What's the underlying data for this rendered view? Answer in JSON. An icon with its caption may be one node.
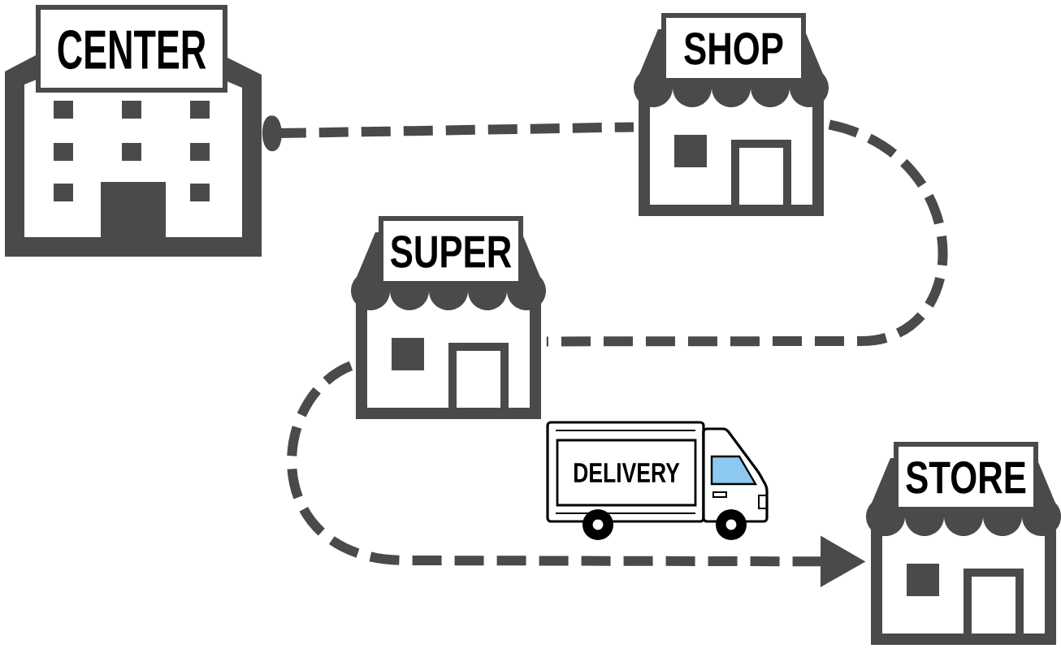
{
  "diagram": {
    "nodes": [
      {
        "text": [
          "CENTER"
        ]
      },
      {
        "text": [
          "SHOP"
        ]
      },
      {
        "text": [
          "SUPER"
        ]
      },
      {
        "text": [
          "DELIVERY"
        ]
      },
      {
        "text": [
          "STORE"
        ]
      }
    ],
    "edges": [
      {
        "from": 0,
        "to": 1,
        "arrow": "other",
        "style": "dashed"
      },
      {
        "from": 1,
        "to": 2,
        "arrow": "none",
        "style": "dashed"
      },
      {
        "from": 2,
        "to": 4,
        "arrow": "to",
        "style": "dashed"
      }
    ]
  }
}
